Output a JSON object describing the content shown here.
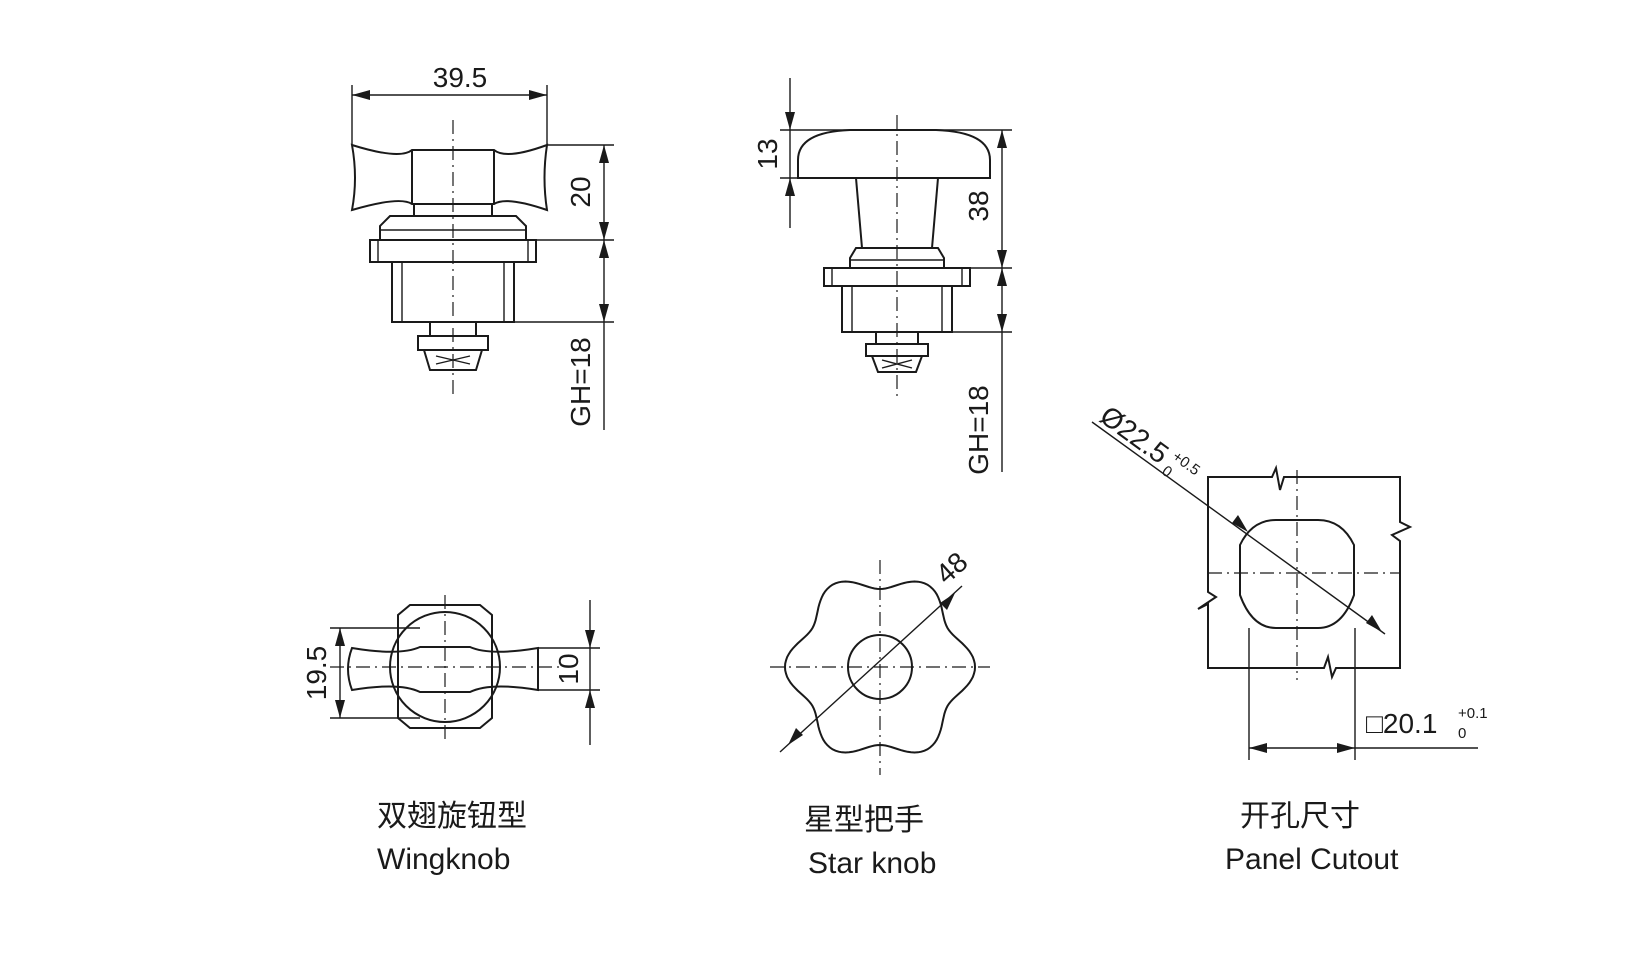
{
  "dimensions": {
    "wingknob_width": "39.5",
    "wingknob_height": "20",
    "wingknob_gh": "GH=18",
    "starknob_cap": "13",
    "starknob_height": "38",
    "starknob_gh": "GH=18",
    "wing_top_width": "19.5",
    "wing_thickness": "10",
    "star_diameter": "48",
    "cutout_diameter": "Ø22.5",
    "cutout_diameter_tol_upper": "+0.5",
    "cutout_diameter_tol_lower": "0",
    "cutout_square": "□20.1",
    "cutout_square_tol_upper": "+0.1",
    "cutout_square_tol_lower": "0"
  },
  "captions": {
    "wingknob_cn": "双翅旋钮型",
    "wingknob_en": "Wingknob",
    "starknob_cn": "星型把手",
    "starknob_en": "Star knob",
    "cutout_cn": "开孔尺寸",
    "cutout_en": "Panel Cutout"
  }
}
